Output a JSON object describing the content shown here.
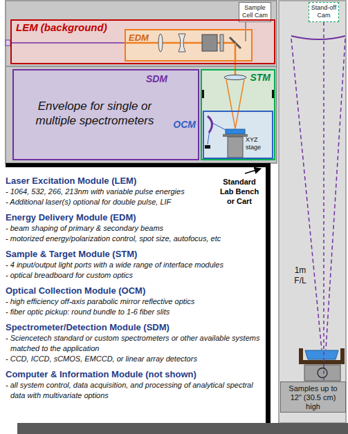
{
  "diagram": {
    "nodes": [
      {
        "text": [
          "Sample Cell Cam"
        ]
      },
      {
        "text": [
          "Stand-off Cam"
        ]
      },
      {
        "text": [
          "LEM (background)"
        ]
      },
      {
        "text": [
          "EDM"
        ],
        "in": 2
      },
      {
        "text": [
          "SDM",
          "Envelope for single or multiple spectrometers"
        ]
      },
      {
        "text": [
          "STM"
        ]
      },
      {
        "text": [
          "OCM"
        ],
        "in": 5
      },
      {
        "text": [
          "Samples up to 12\" (30.5 cm) high"
        ]
      }
    ],
    "edges": [
      {
        "from": 0,
        "to": 3,
        "arrow": "none"
      },
      {
        "from": 3,
        "to": 5,
        "arrow": "none"
      },
      {
        "from": 1,
        "to": 7,
        "arrow": "none"
      }
    ],
    "labels": [
      "XYZ stage",
      "Standard Lab Bench or Cart",
      "Laser Excitation Module (LEM)",
      "- 1064, 532, 266, 213nm with variable pulse energies",
      "- Additional laser(s) optional for double pulse, LIF",
      "Energy Delivery Module (EDM)",
      "- beam shaping of primary & secondary beams",
      "- motorized energy/polarization control, spot size, autofocus, etc",
      "Sample & Target Module (STM)",
      "- 4 input/output light ports with a wide range of interface modules",
      "- optical breadboard for custom optics",
      "Optical Collection Module (OCM)",
      "- high efficiency off-axis parabolic mirror reflective optics",
      "- fiber optic pickup: round bundle to 1-6 fiber slits",
      "Spectrometer/Detection Module (SDM)",
      "- Sciencetech standard or custom spectrometers or other available systems matched to the application",
      "- CCD, ICCD, sCMOS, EMCCD, or linear array detectors",
      "Computer & Information Module (not shown)",
      "- all system control, data acquisition, and processing of analytical spectral data with multivariate options",
      "1m F/L"
    ]
  }
}
